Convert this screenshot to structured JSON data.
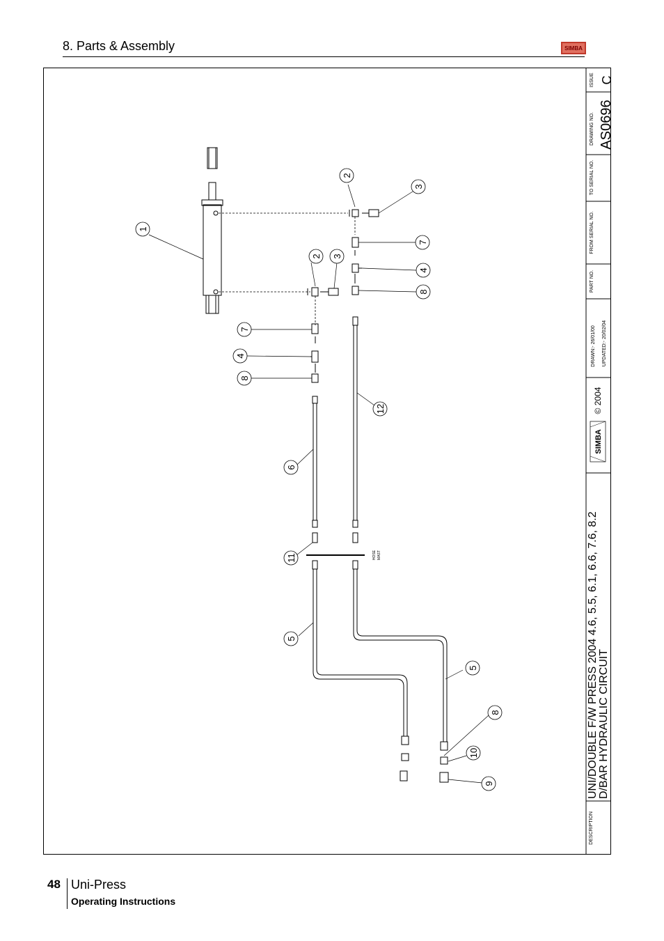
{
  "header": {
    "section_title": "8. Parts & Assembly",
    "logo_text": "SIMBA"
  },
  "title_block": {
    "issue_label": "ISSUE",
    "issue_value": "C",
    "drawing_no_label": "DRAWING NO.",
    "drawing_no_value": "AS0696",
    "to_serial_label": "TO SERIAL NO.",
    "from_serial_label": "FROM SERIAL NO.",
    "part_no_label": "PART NO.",
    "drawn": "DRAWN:-  26/01/00",
    "updated": "UPDATED:-  20/02/04",
    "brand": "SIMBA",
    "copyright": "© 2004",
    "description_label": "DESCRIPTION",
    "description_line1": "UNI/DOUBLE F/W PRESS 2004 4.6, 5.5, 6.1, 6.6, 7.6, 8.2",
    "description_line2": "D/BAR HYDRAULIC CIRCUIT"
  },
  "callouts": [
    {
      "id": "c1",
      "num": "1"
    },
    {
      "id": "c2a",
      "num": "2"
    },
    {
      "id": "c3a",
      "num": "3"
    },
    {
      "id": "c2b",
      "num": "2"
    },
    {
      "id": "c3b",
      "num": "3"
    },
    {
      "id": "c7a",
      "num": "7"
    },
    {
      "id": "c4a",
      "num": "4"
    },
    {
      "id": "c8a",
      "num": "8"
    },
    {
      "id": "c7b",
      "num": "7"
    },
    {
      "id": "c4b",
      "num": "4"
    },
    {
      "id": "c8b",
      "num": "8"
    },
    {
      "id": "c6",
      "num": "6"
    },
    {
      "id": "c12",
      "num": "12"
    },
    {
      "id": "c11",
      "num": "11"
    },
    {
      "id": "c5a",
      "num": "5"
    },
    {
      "id": "c5b",
      "num": "5"
    },
    {
      "id": "c8c",
      "num": "8"
    },
    {
      "id": "c10",
      "num": "10"
    },
    {
      "id": "c9",
      "num": "9"
    }
  ],
  "hose_mast_label_1": "HOSE",
  "hose_mast_label_2": "MAST",
  "footer": {
    "page_number": "48",
    "product": "Uni-Press",
    "subtitle": "Operating Instructions"
  }
}
